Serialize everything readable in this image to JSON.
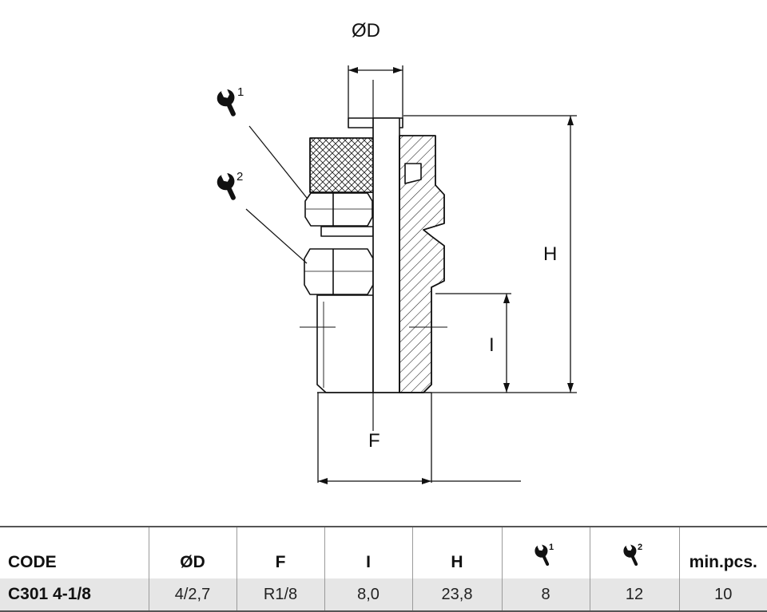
{
  "drawing": {
    "labels": {
      "diameter": "ØD",
      "height": "H",
      "thread_length": "I",
      "thread": "F",
      "wrench_1_index": "1",
      "wrench_2_index": "2"
    },
    "icons": [
      "wrench-icon",
      "wrench-icon"
    ]
  },
  "table": {
    "headers": [
      "CODE",
      "ØD",
      "F",
      "I",
      "H",
      "1",
      "2",
      "min.pcs."
    ],
    "header_icons": [
      null,
      null,
      null,
      null,
      null,
      "wrench-icon",
      "wrench-icon",
      null
    ],
    "rows": [
      [
        "C301 4-1/8",
        "4/2,7",
        "R1/8",
        "8,0",
        "23,8",
        "8",
        "12",
        "10"
      ]
    ]
  },
  "colors": {
    "line": "#111111",
    "row_background": "#e6e6e6",
    "border": "#555555"
  }
}
